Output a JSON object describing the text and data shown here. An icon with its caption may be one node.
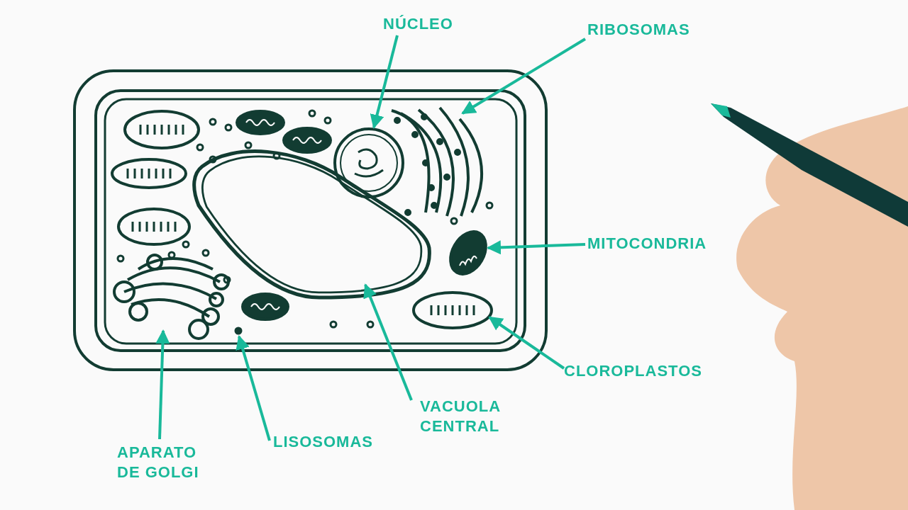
{
  "diagram": {
    "nodes": [
      {
        "text": [
          "NÚCLEO"
        ]
      },
      {
        "text": [
          "RIBOSOMAS"
        ]
      },
      {
        "text": [
          "MITOCONDRIA"
        ]
      },
      {
        "text": [
          "CLOROPLASTOS"
        ]
      },
      {
        "text": [
          "VACUOLA CENTRAL"
        ]
      },
      {
        "text": [
          "LISOSOMAS"
        ]
      },
      {
        "text": [
          "APARATO DE GOLGI"
        ]
      },
      {
        "text": [],
        "shape": "picture"
      },
      {
        "text": [],
        "shape": "picture"
      },
      {
        "text": [],
        "shape": "picture"
      },
      {
        "text": [],
        "shape": "picture"
      },
      {
        "text": [],
        "shape": "picture"
      },
      {
        "text": [],
        "shape": "circle"
      },
      {
        "text": [],
        "shape": "picture"
      }
    ],
    "edges": [
      {
        "from": 0,
        "to": 7,
        "arrow": "to"
      },
      {
        "from": 1,
        "to": 8,
        "arrow": "to"
      },
      {
        "from": 2,
        "to": 9,
        "arrow": "to"
      },
      {
        "from": 3,
        "to": 10,
        "arrow": "to"
      },
      {
        "from": 4,
        "to": 11,
        "arrow": "to"
      },
      {
        "from": 5,
        "to": 12,
        "arrow": "to"
      },
      {
        "from": 6,
        "to": 13,
        "arrow": "to"
      }
    ]
  }
}
